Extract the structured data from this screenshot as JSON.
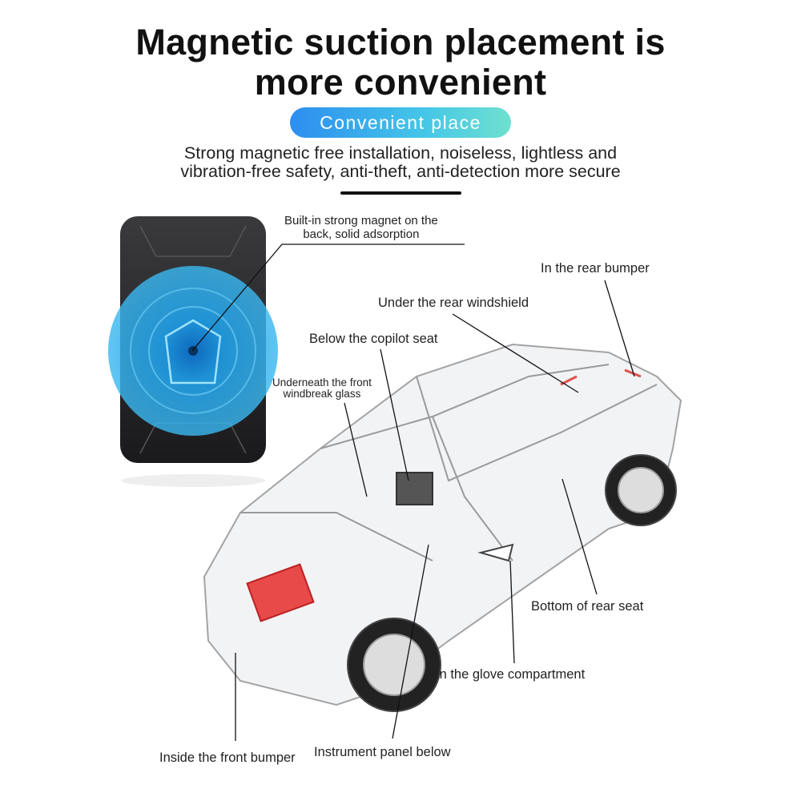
{
  "header": {
    "title_line1": "Magnetic suction placement is",
    "title_line2": "more convenient",
    "badge": "Convenient place",
    "subtitle_line1": "Strong magnetic free installation, noiseless, lightless and",
    "subtitle_line2": "vibration-free safety, anti-theft, anti-detection more secure",
    "badge_colors": [
      "#2d8ef0",
      "#6fe0cf"
    ]
  },
  "device": {
    "callout_line1": "Built-in strong magnet on the",
    "callout_line2": "back, solid adsorption"
  },
  "locations": {
    "rear_bumper": "In the rear bumper",
    "rear_windshield": "Under the rear windshield",
    "copilot_seat": "Below the copilot seat",
    "front_glass_line1": "Underneath the front",
    "front_glass_line2": "windbreak glass",
    "rear_seat": "Bottom of rear seat",
    "glove": "In the glove compartment",
    "front_bumper": "Inside the front bumper",
    "instrument": "Instrument panel below"
  }
}
